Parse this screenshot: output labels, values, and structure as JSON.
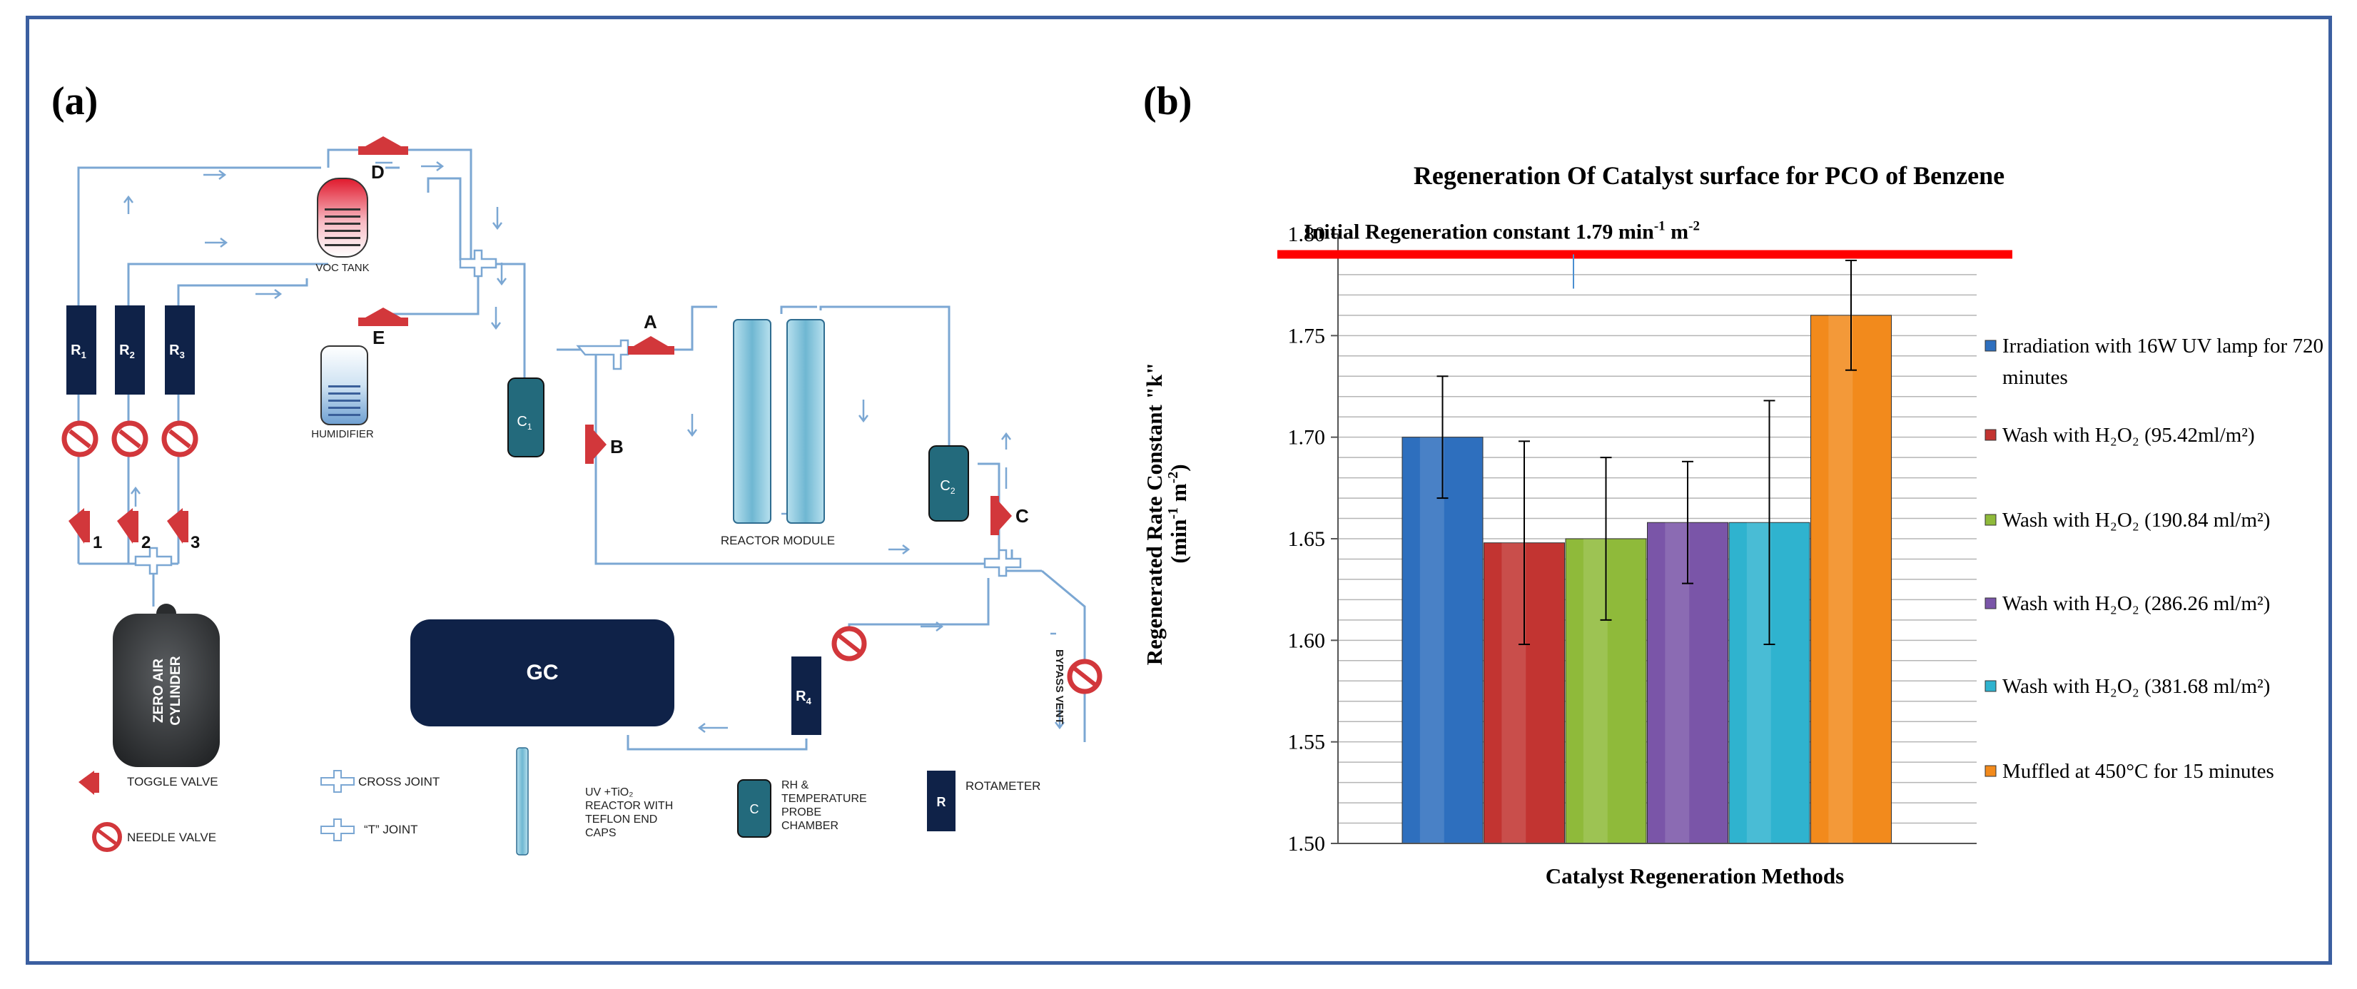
{
  "panel_a": {
    "label": "(a)",
    "nodes": {
      "R1": "R",
      "R1_sub": "1",
      "R2": "R",
      "R2_sub": "2",
      "R3": "R",
      "R3_sub": "3",
      "R4": "R",
      "R4_sub": "4",
      "C1": "C",
      "C1_sub": "1",
      "C2": "C",
      "C2_sub": "2",
      "valve_1": "1",
      "valve_2": "2",
      "valve_3": "3",
      "valve_A": "A",
      "valve_B": "B",
      "valve_C": "C",
      "valve_D": "D",
      "valve_E": "E",
      "voc_tank": "VOC TANK",
      "humidifier": "HUMIDIFIER",
      "reactor_module": "REACTOR MODULE",
      "gc": "GC",
      "cylinder_line1": "ZERO AIR",
      "cylinder_line2": "CYLINDER",
      "bypass_vent": "BYPASS VENT"
    },
    "legend": {
      "toggle_valve": "TOGGLE VALVE",
      "cross_joint": "CROSS JOINT",
      "needle_valve": "NEEDLE VALVE",
      "t_joint": "“T” JOINT",
      "reactor_line1": "UV +TiO₂",
      "reactor_line2": "REACTOR WITH",
      "reactor_line3": "TEFLON END",
      "reactor_line4": "CAPS",
      "rh_letter": "C",
      "rh_line1": "RH &",
      "rh_line2": "TEMPERATURE",
      "rh_line3": "PROBE",
      "rh_line4": "CHAMBER",
      "rotameter_letter": "R",
      "rotameter": "ROTAMETER"
    },
    "colors": {
      "line": "#7ba7d3",
      "dark_box": "#0f2248",
      "teal_box": "#236a7c",
      "valve_red": "#d2373b",
      "tube": "#8fcbe0"
    }
  },
  "panel_b": {
    "label": "(b)",
    "chart_data": {
      "type": "bar",
      "title": "Regeneration Of Catalyst surface for PCO of Benzene",
      "xlabel": "Catalyst Regeneration Methods",
      "ylabel_line1": "Regenerated Rate Constant \"k\"",
      "ylabel_line2_pre": "(min",
      "ylabel_line2_sup1": "-1",
      "ylabel_line2_mid": " m",
      "ylabel_line2_sup2": "-2",
      "ylabel_line2_post": ")",
      "ylim": [
        1.5,
        1.8
      ],
      "yticks": [
        "1.50",
        "1.55",
        "1.60",
        "1.65",
        "1.70",
        "1.75",
        "1.80"
      ],
      "grid": true,
      "legend_position": "right",
      "reference_line": {
        "value": 1.79,
        "label_pre": "Initial Regeneration constant 1.79  min",
        "label_sup1": "-1",
        "label_mid": " m",
        "label_sup2": "-2",
        "color": "#ff0000"
      },
      "series": [
        {
          "legend_1": "Irradiation with 16W UV lamp for 720",
          "legend_2": "minutes",
          "value": 1.7,
          "err_low": 1.67,
          "err_high": 1.73,
          "color": "#2e6fbe"
        },
        {
          "legend_1": "Wash with  H₂O₂ (95.42ml/m²)",
          "legend_2": "",
          "value": 1.648,
          "err_low": 1.598,
          "err_high": 1.698,
          "color": "#c23431"
        },
        {
          "legend_1": "Wash with H₂O₂ (190.84 ml/m²)",
          "legend_2": "",
          "value": 1.65,
          "err_low": 1.61,
          "err_high": 1.69,
          "color": "#8fba3a"
        },
        {
          "legend_1": "Wash with H₂O₂ (286.26 ml/m²)",
          "legend_2": "",
          "value": 1.658,
          "err_low": 1.628,
          "err_high": 1.688,
          "color": "#7a55a8"
        },
        {
          "legend_1": "Wash with  H₂O₂ (381.68 ml/m²)",
          "legend_2": "",
          "value": 1.658,
          "err_low": 1.598,
          "err_high": 1.718,
          "color": "#2fb3cf"
        },
        {
          "legend_1": "Muffled at 450°C for 15 minutes",
          "legend_2": "",
          "value": 1.76,
          "err_low": 1.733,
          "err_high": 1.787,
          "color": "#f28a1c"
        }
      ]
    }
  }
}
